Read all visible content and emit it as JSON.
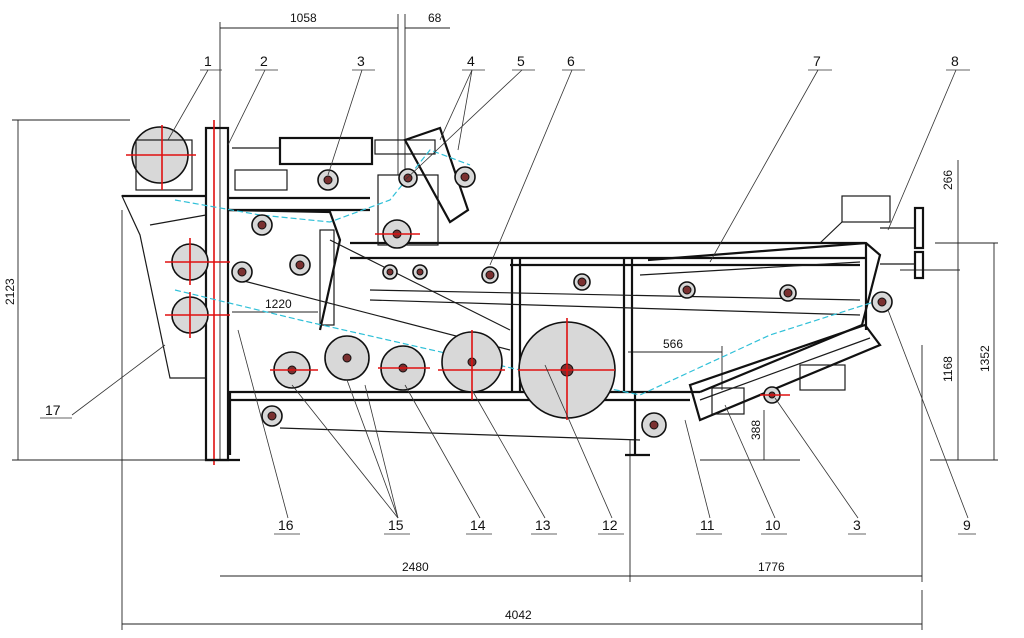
{
  "callouts": [
    "1",
    "2",
    "3",
    "4",
    "5",
    "6",
    "7",
    "8",
    "17",
    "16",
    "15",
    "14",
    "13",
    "12",
    "11",
    "10",
    "3",
    "9"
  ],
  "dimensions": {
    "top_left": "1058",
    "top_right": "68",
    "overall_height": "2123",
    "inner_width": "1220",
    "gap": "566",
    "top_right_height": "266",
    "right_height_1": "1168",
    "right_height_2": "1352",
    "bottom_clearance": "388",
    "bottom_left": "2480",
    "bottom_right": "1776",
    "overall_length": "4042"
  }
}
